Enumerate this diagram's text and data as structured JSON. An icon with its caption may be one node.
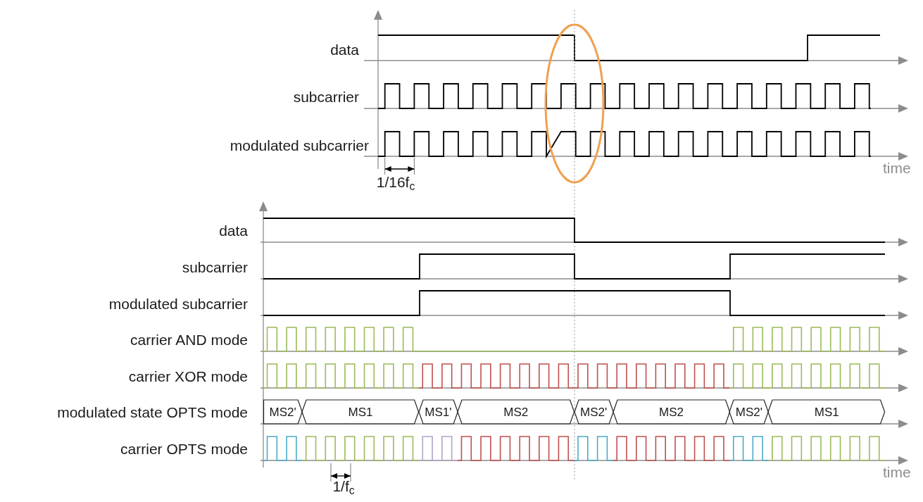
{
  "diagram": {
    "nodes": [
      {
        "text": [
          "MS2'"
        ]
      },
      {
        "text": [
          "MS1"
        ]
      },
      {
        "text": [
          "MS1'"
        ]
      },
      {
        "text": [
          "MS2"
        ]
      },
      {
        "text": [
          "MS2'"
        ]
      },
      {
        "text": [
          "MS2"
        ]
      },
      {
        "text": [
          "MS2'"
        ]
      },
      {
        "text": [
          "MS1"
        ]
      }
    ],
    "labels": [
      "data",
      "subcarrier",
      "modulated subcarrier",
      "1/16f$_{c}$",
      "time",
      "data",
      "subcarrier",
      "modulated subcarrier",
      "carrier AND mode",
      "carrier XOR mode",
      "modulated state OPTS mode",
      "carrier OPTS mode",
      "1/f$_{c}$",
      "time"
    ]
  }
}
